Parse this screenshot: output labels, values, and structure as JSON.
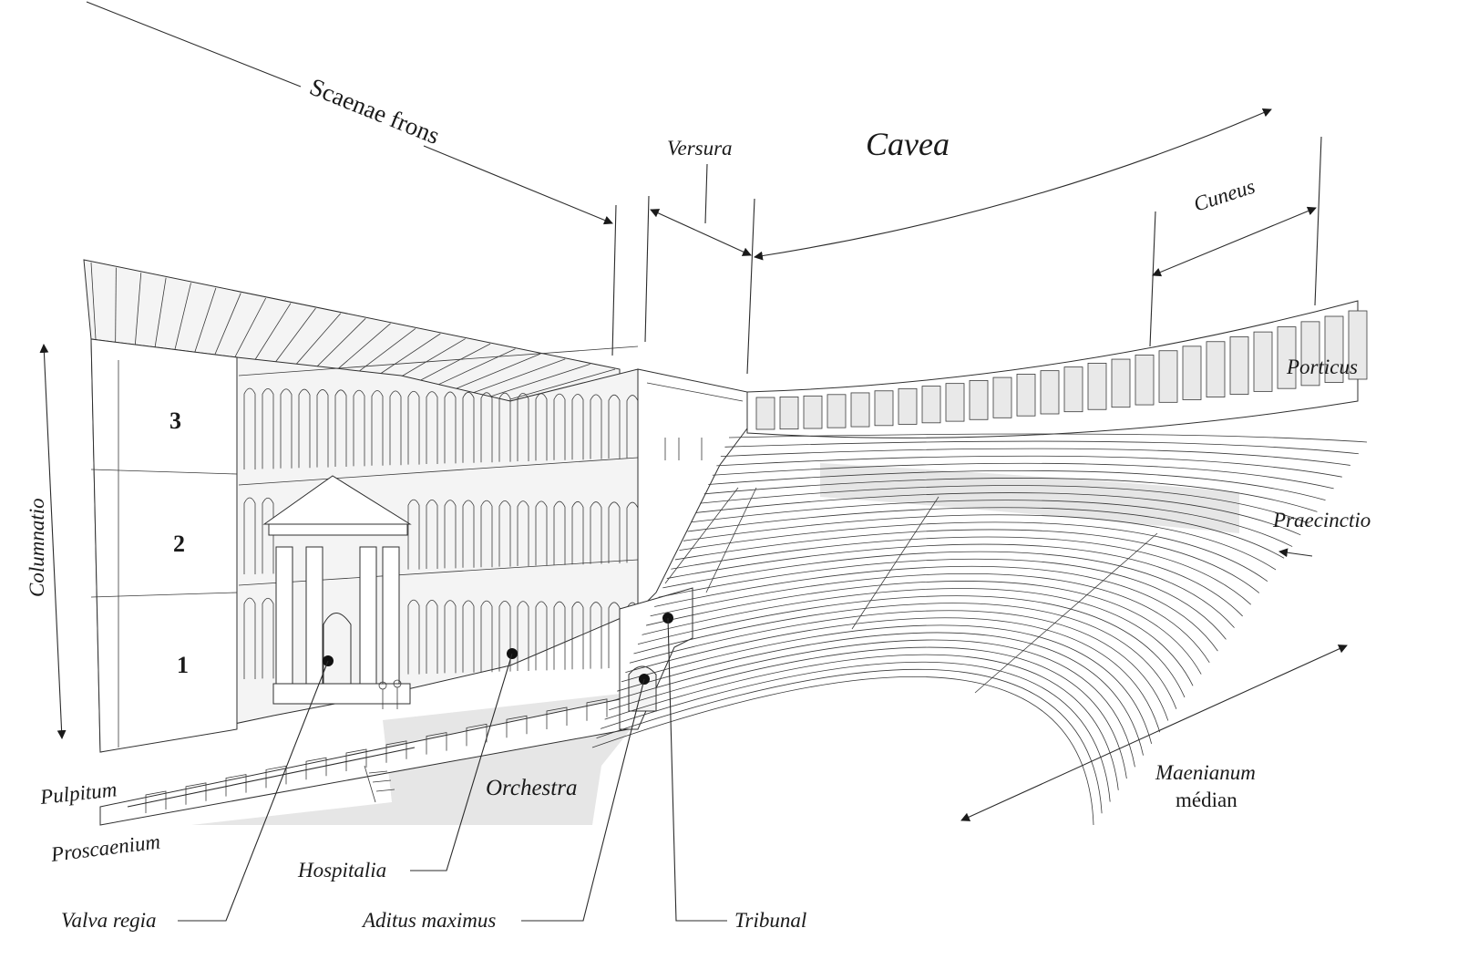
{
  "labels": {
    "scaenae_frons": "Scaenae frons",
    "versura": "Versura",
    "cavea": "Cavea",
    "cuneus": "Cuneus",
    "porticus": "Porticus",
    "praecinctio": "Praecinctio",
    "columnatio": "Columnatio",
    "level_3": "3",
    "level_2": "2",
    "level_1": "1",
    "pulpitum": "Pulpitum",
    "proscaenium": "Proscaenium",
    "orchestra": "Orchestra",
    "maenianum": "Maenianum",
    "median": "médian",
    "hospitalia": "Hospitalia",
    "valva_regia": "Valva regia",
    "aditus_maximus": "Aditus maximus",
    "tribunal": "Tribunal"
  },
  "colors": {
    "line": "#2b2b2b",
    "light_fill": "#f4f4f4",
    "shade": "#e6e6e6",
    "background": "#ffffff"
  }
}
